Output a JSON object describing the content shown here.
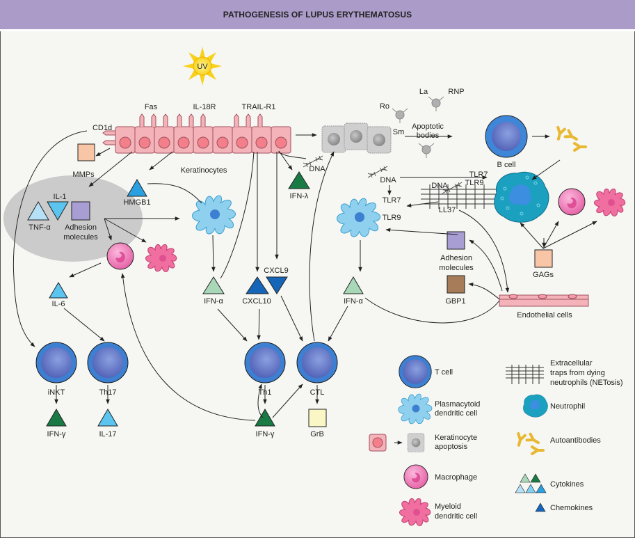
{
  "title": "PATHOGENESIS OF LUPUS ERYTHEMATOSUS",
  "colors": {
    "header_bg": "#ab9bc8",
    "keratinocyte": "#f3b3b8",
    "t_cell": "#3d7fd0",
    "pdc": "#8fd0ef",
    "macrophage": "#f07fb8",
    "myeloid_dc": "#f06fa0",
    "cytokine_light": "#a9d8b8",
    "cytokine_dark": "#1a7a44",
    "cytokine_blue": "#5bc4ef",
    "chemokine": "#1565b8",
    "adhesion": "#a89ed4",
    "mmp": "#f8c6a6",
    "gbp1": "#a67d58",
    "grb": "#fbf6c6",
    "autoantibody": "#e8b832",
    "neutrophil": "#1ba0c0"
  },
  "stimulus": {
    "label": "UV",
    "icon": "sun-icon"
  },
  "keratinocytes": {
    "label": "Keratinocytes",
    "receptors": [
      "Fas",
      "IL-18R",
      "TRAIL-R1"
    ],
    "side_receptor": "CD1d"
  },
  "apoptosis": {
    "autoantigens": [
      "Ro",
      "Sm",
      "La",
      "RNP"
    ],
    "bodies_label": "Apoptotic bodies",
    "dna_label": "DNA"
  },
  "cells": {
    "b_cell": "B cell",
    "inkt": "iNKT",
    "th17": "Th17",
    "th1": "Th1",
    "ctl": "CTL",
    "endothelial": "Endothelial cells"
  },
  "mediators": {
    "mmps": "MMPs",
    "hmgb1": "HMGB1",
    "il1": "IL-1",
    "tnf": "TNF-α",
    "adhesion_left": "Adhesion molecules",
    "adhesion_right": "Adhesion molecules",
    "il6": "IL-6",
    "il17": "IL-17",
    "ifn_gamma_left": "IFN-γ",
    "ifn_gamma_center": "IFN-γ",
    "ifn_alpha_left": "IFN-α",
    "ifn_alpha_right": "IFN-α",
    "ifn_lambda": "IFN-λ",
    "cxcl10": "CXCL10",
    "cxcl9": "CXCL9",
    "grb": "GrB",
    "gbp1": "GBP1",
    "gags": "GAGs",
    "dna_1": "DNA",
    "dna_2": "DNA",
    "tlr7_a": "TLR7",
    "tlr9_a": "TLR9",
    "tlr7_b": "TLR7",
    "tlr9_b": "TLR9",
    "ll37": "LL37"
  },
  "legend": [
    {
      "icon": "t-cell-icon",
      "label": "T cell"
    },
    {
      "icon": "plasmacytoid-dc-icon",
      "label": "Plasmacytoid dendritic cell"
    },
    {
      "icon": "keratinocyte-apoptosis-icon",
      "label": "Keratinocyte apoptosis"
    },
    {
      "icon": "macrophage-icon",
      "label": "Macrophage"
    },
    {
      "icon": "myeloid-dc-icon",
      "label": "Myeloid dendritic cell"
    },
    {
      "icon": "net-icon",
      "label": "Extracellular traps from dying neutrophils (NETosis)"
    },
    {
      "icon": "neutrophil-icon",
      "label": "Neutrophil"
    },
    {
      "icon": "autoantibody-icon",
      "label": "Autoantibodies"
    },
    {
      "icon": "cytokine-icon",
      "label": "Cytokines"
    },
    {
      "icon": "chemokine-icon",
      "label": "Chemokines"
    }
  ],
  "legend_lines": {
    "pdc": [
      "Plasmacytoid",
      "dendritic cell"
    ],
    "kera": [
      "Keratinocyte",
      "apoptosis"
    ],
    "mdc": [
      "Myeloid",
      "dendritic cell"
    ],
    "net": [
      "Extracellular",
      "traps from dying",
      "neutrophils (NETosis)"
    ],
    "adh_left": [
      "Adhesion",
      "molecules"
    ],
    "adh_right": [
      "Adhesion",
      "molecules"
    ],
    "apop": [
      "Apoptotic",
      "bodies"
    ]
  }
}
